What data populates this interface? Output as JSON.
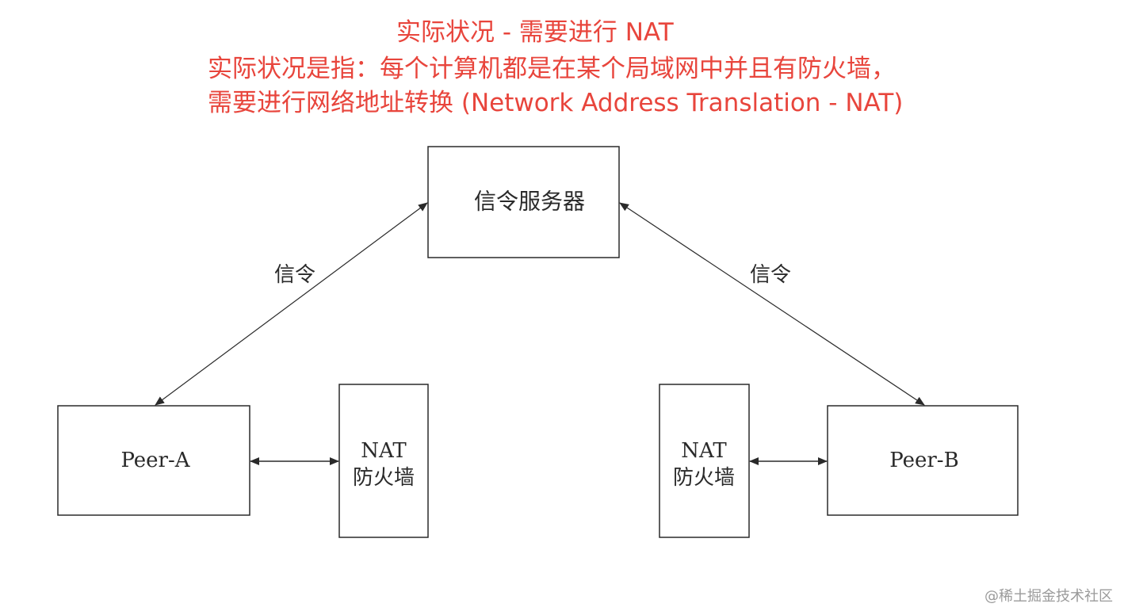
{
  "header": {
    "title": "实际状况 - 需要进行 NAT",
    "description_line1": "实际状况是指：每个计算机都是在某个局域网中并且有防火墙，",
    "description_line2": "需要进行网络地址转换 (Network Address Translation - NAT)"
  },
  "diagram": {
    "signaling_server_label": "信令服务器",
    "signaling_left_label": "信令",
    "signaling_right_label": "信令",
    "peer_a_label": "Peer-A",
    "peer_b_label": "Peer-B",
    "nat_left_line1": "NAT",
    "nat_left_line2": "防火墙",
    "nat_right_line1": "NAT",
    "nat_right_line2": "防火墙"
  },
  "watermark": "@稀土掘金技术社区",
  "colors": {
    "annotation_text": "#e8453c",
    "diagram_stroke": "#2a2a2a"
  }
}
